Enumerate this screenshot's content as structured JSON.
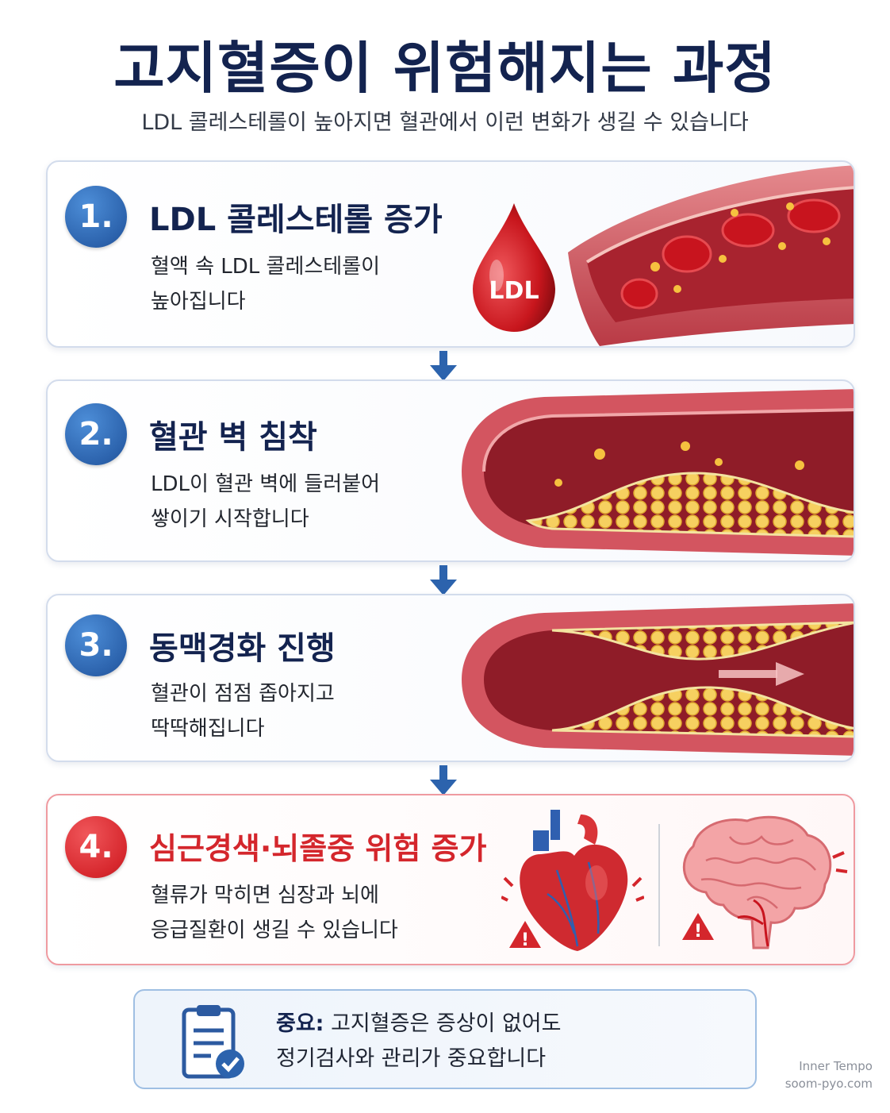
{
  "title": "고지혈증이 위험해지는 과정",
  "subtitle": "LDL 콜레스테롤이 높아지면 혈관에서 이런 변화가 생길 수 있습니다",
  "steps": [
    {
      "number": "1.",
      "title": "LDL 콜레스테롤 증가",
      "desc_line1": "혈액 속 LDL 콜레스테롤이",
      "desc_line2": "높아집니다",
      "drop_label": "LDL"
    },
    {
      "number": "2.",
      "title": "혈관 벽 침착",
      "desc_line1": "LDL이 혈관 벽에 들러붙어",
      "desc_line2": "쌓이기 시작합니다"
    },
    {
      "number": "3.",
      "title": "동맥경화 진행",
      "desc_line1": "혈관이 점점 좁아지고",
      "desc_line2": "딱딱해집니다"
    },
    {
      "number": "4.",
      "title": "심근경색·뇌졸중 위험 증가",
      "desc_line1": "혈류가 막히면 심장과 뇌에",
      "desc_line2": "응급질환이 생길 수 있습니다"
    }
  ],
  "note": {
    "label": "중요:",
    "line1": "고지혈증은 증상이 없어도",
    "line2": "정기검사와 관리가 중요합니다"
  },
  "brand": {
    "name": "Inner Tempo",
    "url": "soom-pyo.com"
  },
  "colors": {
    "navy": "#13234f",
    "blue": "#2c63ad",
    "red": "#d4262c",
    "vessel": "#c94a55",
    "plaque": "#f2c84b"
  }
}
